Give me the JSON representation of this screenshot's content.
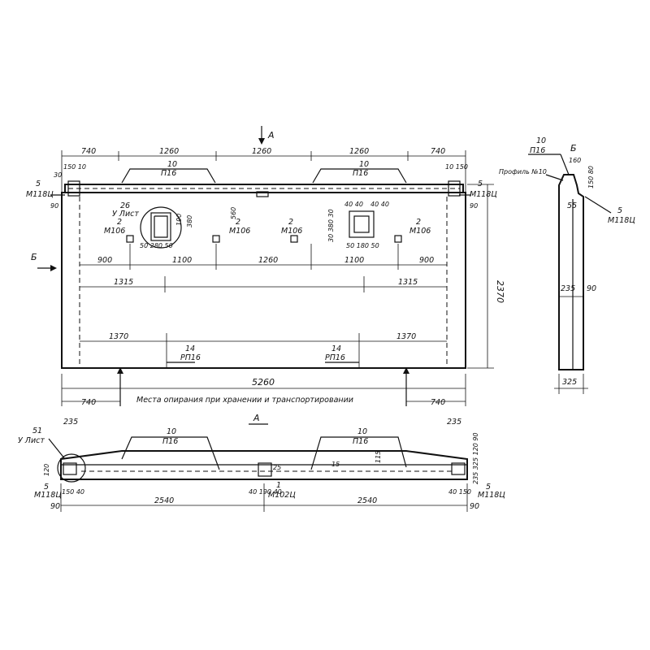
{
  "views": {
    "section_a_marker": "А",
    "section_b_marker": "Б",
    "view_a_title": "А"
  },
  "top_dims": {
    "d1": "740",
    "d2": "1260",
    "d3": "1260",
    "d4": "1260",
    "d5": "740",
    "overall": "5260",
    "bottom_left": "740",
    "bottom_right": "740",
    "height": "2370"
  },
  "front_labels": {
    "left_loop_count": "10",
    "left_loop_mark": "П16",
    "right_loop_count": "10",
    "right_loop_mark": "П16",
    "left_end_count": "5",
    "left_end_mark": "М118Ц",
    "right_end_count": "5",
    "right_end_mark": "М118Ц",
    "sheet_count": "26",
    "sheet_mark": "У Лист",
    "m106_count": "2",
    "m106_mark": "М106",
    "dim_900_l": "900",
    "dim_1100_l": "1100",
    "dim_1260_mid": "1260",
    "dim_1100_r": "1100",
    "dim_900_r": "900",
    "dim_1315_l": "1315",
    "dim_1315_r": "1315",
    "dim_1370_l": "1370",
    "dim_1370_r": "1370",
    "rp_count_l": "14",
    "rp_mark_l": "РП16",
    "rp_count_r": "14",
    "rp_mark_r": "РП16",
    "support_note": "Места опирания при хранении и транспортировании",
    "small_90_l": "90",
    "small_90_r": "90",
    "small_150_10": "150 10",
    "small_10_150": "10 150",
    "small_30": "30",
    "small_50_280_50": "50 280 50",
    "small_50_180_50": "50 180 50",
    "small_190": "190",
    "small_380": "380",
    "small_560": "560",
    "small_4040_l": "40 40",
    "small_4040_r": "40 40",
    "small_30_380_30": "30 380 30"
  },
  "side_view": {
    "top_count": "10",
    "top_mark": "П16",
    "profile": "Профиль №10",
    "marker": "Б",
    "d160": "160",
    "d150": "150",
    "d80": "80",
    "d55": "55",
    "end_count": "5",
    "end_mark": "М118Ц",
    "d235": "235",
    "d90": "90",
    "d325": "325"
  },
  "plan_view": {
    "left_235": "235",
    "right_235": "235",
    "sheet_count": "51",
    "sheet_mark": "У Лист",
    "loop_l_count": "10",
    "loop_l_mark": "П16",
    "loop_r_count": "10",
    "loop_r_mark": "П16",
    "d120": "120",
    "d115": "115",
    "d15": "15",
    "end_l_count": "5",
    "end_l_mark": "М118Ц",
    "end_r_count": "5",
    "end_r_mark": "М118Ц",
    "center_count": "1",
    "center_mark": "М102Ц",
    "d150_40": "150 40",
    "d40_190_40": "40 190 40",
    "d40_150": "40 150",
    "d2540_l": "2540",
    "d2540_r": "2540",
    "d90_l": "90",
    "d90_r": "90",
    "right_stack": "235 325 120 90",
    "d25": "25"
  }
}
